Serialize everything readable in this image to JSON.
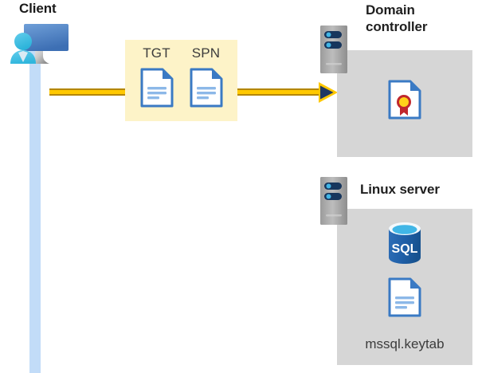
{
  "diagram": {
    "title_client": "Client",
    "background": "#ffffff",
    "accent_wire": "#ffc800",
    "accent_wire_edge": "#b38600",
    "panel_yellow": "#fdf3c8",
    "node_gray": "#d6d6d6",
    "lifeline_blue": "#c2dcf8"
  },
  "client": {
    "label": "Client",
    "icon": "user-workstation-icon",
    "lifeline": "client-lifeline"
  },
  "ticket_panel": {
    "documents": [
      {
        "label": "TGT",
        "icon": "document-icon"
      },
      {
        "label": "SPN",
        "icon": "document-icon"
      }
    ]
  },
  "flow": {
    "arrow_direction": "left-to-right",
    "arrow_color": "#ffc800",
    "arrowhead_color": "#1f3864"
  },
  "nodes": [
    {
      "id": "domain-controller",
      "title": "Domain controller",
      "server_icon": "server-rack-icon",
      "contents": [
        {
          "type": "certificate",
          "icon": "certificate-document-icon",
          "label": ""
        }
      ]
    },
    {
      "id": "linux-server",
      "title": "Linux server",
      "server_icon": "server-rack-icon",
      "contents": [
        {
          "type": "database",
          "icon": "sql-database-icon",
          "label": "SQL"
        },
        {
          "type": "file",
          "icon": "document-icon",
          "label": "mssql.keytab"
        }
      ]
    }
  ]
}
